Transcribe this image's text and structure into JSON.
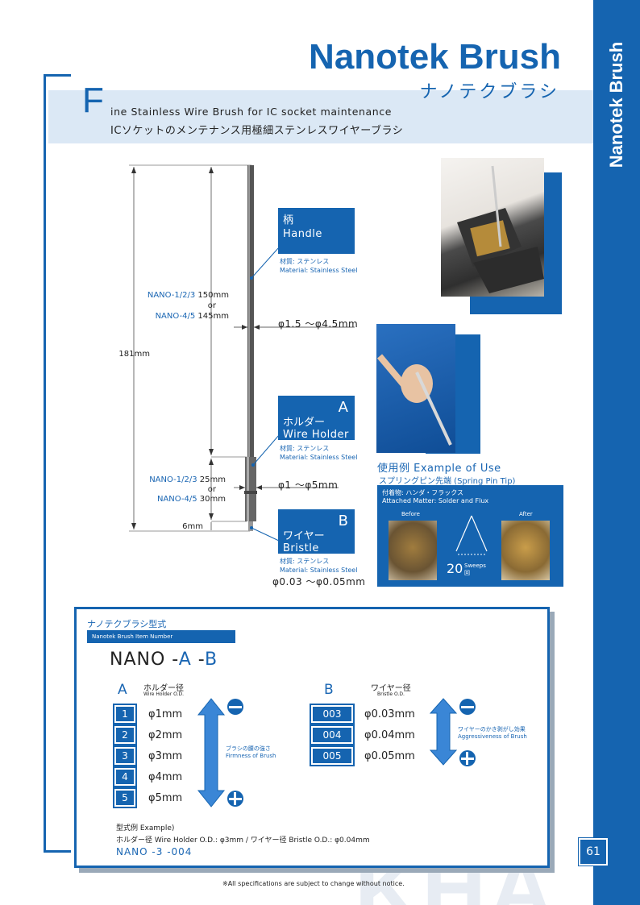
{
  "header": {
    "title": "Nanotek Brush",
    "title_jp": "ナノテクブラシ",
    "side_title": "Nanotek Brush",
    "initial": "F",
    "subtitle_en": "ine Stainless Wire Brush for IC socket maintenance",
    "subtitle_jp": "ICソケットのメンテナンス用極細ステンレスワイヤーブラシ"
  },
  "diagram": {
    "total_length": "181mm",
    "handle_len": {
      "models_a": "NANO-1/2/3",
      "val_a": "150mm",
      "or": "or",
      "models_b": "NANO-4/5",
      "val_b": "145mm"
    },
    "holder_len": {
      "models_a": "NANO-1/2/3",
      "val_a": "25mm",
      "or": "or",
      "models_b": "NANO-4/5",
      "val_b": "30mm"
    },
    "bristle_len": "6mm",
    "handle_dia": "φ1.5 〜φ4.5mm",
    "holder_dia": "φ1 〜φ5mm",
    "bristle_dia": "φ0.03 〜φ0.05mm",
    "handle": {
      "jp": "柄",
      "en": "Handle",
      "mat_jp": "材質: ステンレス",
      "mat_en": "Material:  Stainless Steel"
    },
    "holder": {
      "letter": "A",
      "jp": "ホルダー",
      "en": "Wire Holder",
      "mat_jp": "材質: ステンレス",
      "mat_en": "Material:  Stainless Steel"
    },
    "bristle": {
      "letter": "B",
      "jp": "ワイヤー",
      "en": "Bristle",
      "mat_jp": "材質: ステンレス",
      "mat_en": "Material:  Stainless Steel"
    }
  },
  "example_use": {
    "title": "使用例 Example of Use",
    "subtitle": "スプリングピン先端 (Spring Pin Tip)",
    "attached_jp": "付着物: ハンダ・フラックス",
    "attached_en": "Attached Matter: Solder and Flux",
    "before": "Before",
    "after": "After",
    "count": "20",
    "sweeps": "Sweeps",
    "kai": "回"
  },
  "item_number": {
    "title_jp": "ナノテクブラシ型式",
    "title_en": "Nanotek Brush Item Number",
    "format_prefix": "NANO -",
    "format_a": "A",
    "format_dash": " -",
    "format_b": "B",
    "a_letter": "A",
    "a_label_jp": "ホルダー径",
    "a_label_en": "Wire Holder O.D.",
    "a_rows": [
      {
        "code": "1",
        "val": "φ1mm"
      },
      {
        "code": "2",
        "val": "φ2mm"
      },
      {
        "code": "3",
        "val": "φ3mm"
      },
      {
        "code": "4",
        "val": "φ4mm"
      },
      {
        "code": "5",
        "val": "φ5mm"
      }
    ],
    "a_arrow_jp": "ブラシの腰の強さ",
    "a_arrow_en": "Firmness of Brush",
    "b_letter": "B",
    "b_label_jp": "ワイヤー径",
    "b_label_en": "Bristle O.D.",
    "b_rows": [
      {
        "code": "003",
        "val": "φ0.03mm"
      },
      {
        "code": "004",
        "val": "φ0.04mm"
      },
      {
        "code": "005",
        "val": "φ0.05mm"
      }
    ],
    "b_arrow_jp": "ワイヤーのかき剥がし効果",
    "b_arrow_en": "Aggressiveness of Brush",
    "example_label": "型式例 Example)",
    "example_desc": "ホルダー径 Wire Holder O.D.:  φ3mm / ワイヤー径 Bristle O.D.:  φ0.04mm",
    "example_code": "NANO -3 -004"
  },
  "footer": {
    "page": "61",
    "note": "※All specifications are subject to change without notice.",
    "watermark": "KHA"
  },
  "colors": {
    "brand": "#1564b0",
    "band": "#dbe8f5"
  }
}
